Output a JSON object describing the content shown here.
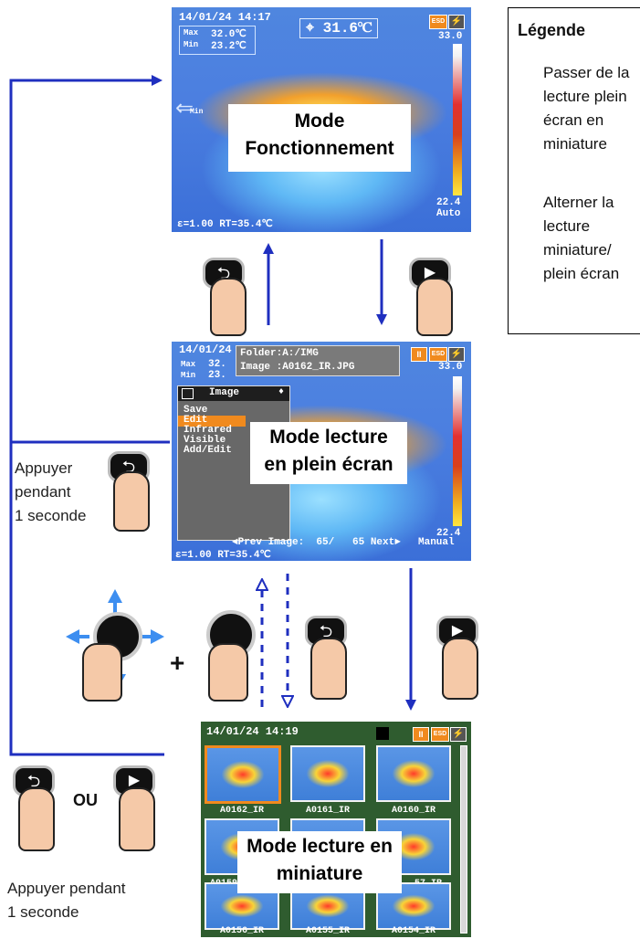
{
  "legend": {
    "title": "Légende",
    "solid_arrow_text": "Passer de la lecture plein écran en miniature",
    "dashed_arrow_text": "Alterner la lecture miniature/ plein écran",
    "solid_color": "#1f2fbf",
    "dashed_color": "#1f2fbf"
  },
  "screen1": {
    "timestamp": "14/01/24 14:17",
    "max_label": "Max",
    "max_value": "32.0℃",
    "min_label": "Min",
    "min_value": "23.2℃",
    "spot_value": "⌖ 31.6℃",
    "scale_top": "33.0",
    "scale_bottom": "22.4",
    "scale_mode": "Auto",
    "status_line": "ε=1.00 RT=35.4℃",
    "min_marker": "Min",
    "caption": "Mode Fonctionnement"
  },
  "screen2": {
    "timestamp": "14/01/24",
    "folder": "Folder:A:/IMG",
    "image": "Image :A0162_IR.JPG",
    "max_label": "Max",
    "max_value": "32.",
    "min_label": "Min",
    "min_value": "23.",
    "scale_top": "33.0",
    "scale_bottom": "22.4",
    "scale_mode": "Manual",
    "menu_title": "Image",
    "menu_items": [
      "Save",
      "Edit",
      "Infrared",
      "Visible",
      "Add/Edit"
    ],
    "nav_line": "◄Prev Image:  65/   65 Next►",
    "status_line": "ε=1.00 RT=35.4℃",
    "caption_line1": "Mode lecture",
    "caption_line2": "en plein écran"
  },
  "screen3": {
    "timestamp": "14/01/24 14:19",
    "caption_line1": "Mode lecture en",
    "caption_line2": "miniature",
    "thumb_labels": [
      "A0162_IR",
      "A0161_IR",
      "A0160_IR",
      "A0159",
      "",
      "57_IR",
      "A0156_IR",
      "A0155_IR",
      "A0154_IR"
    ]
  },
  "side": {
    "press_1s_line1": "Appuyer",
    "press_1s_line2": "pendant",
    "press_1s_line3": "1 seconde",
    "plus": "+",
    "ou": "OU",
    "press_bottom_line1": "Appuyer pendant",
    "press_bottom_line2": "1 seconde"
  },
  "icons": {
    "back_button": "back-arrow-icon",
    "play_delete_button": "play-delete-icon",
    "joystick": "joystick-icon",
    "esd": "ESD",
    "battery": "battery-icon",
    "pause": "pause-icon"
  }
}
